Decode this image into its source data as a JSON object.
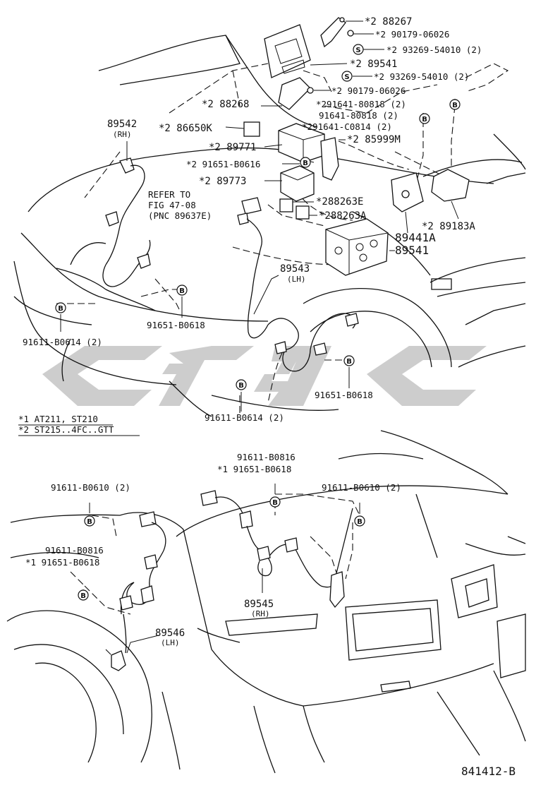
{
  "diagram_code": "841412-B",
  "watermark": "cfgc",
  "notes": {
    "note1": "*1 AT211, ST210",
    "note2": "*2 ST215..4FC..GTT"
  },
  "refer": {
    "line1": "REFER TO",
    "line2": "FIG 47-08",
    "line3": "(PNC 89637E)"
  },
  "labels": {
    "p88267": "*2 88267",
    "p90179a": "*2 90179-06026",
    "p93269a": "*2 93269-54010 (2)",
    "p89541a": "*2 89541",
    "p93269b": "*2 93269-54010 (2)",
    "p90179b": "*2 90179-06026",
    "p88268": "*2 88268",
    "p91641a": "*291641-80818 (2)",
    "p91641b": "91641-80818 (2)",
    "p91641c": "*291641-C0814 (2)",
    "p89542": "89542",
    "p89542sub": "(RH)",
    "p86650k": "*2 86650K",
    "p89771": "*2 89771",
    "p85999m": "*2 85999M",
    "p91651b0616": "*2 91651-B0616",
    "p89773": "*2 89773",
    "p88263e": "*288263E",
    "p88263a": "*288263A",
    "p89441a": "89441A",
    "p89541b": "89541",
    "p89183a": "*2 89183A",
    "p89543": "89543",
    "p89543sub": "(LH)",
    "p91651b0618a": "91651-B0618",
    "p91611b0614a": "91611-B0614 (2)",
    "p91651b0618b": "91651-B0618",
    "p91611b0614b": "91611-B0614 (2)",
    "p91611b0816a": "91611-B0816",
    "p91651b0618c": "*1 91651-B0618",
    "p91611b0610a": "91611-B0610 (2)",
    "p91611b0610b": "91611-B0610 (2)",
    "p91611b0816b": "91611-B0816",
    "p91651b0618d": "*1 91651-B0618",
    "p89545": "89545",
    "p89545sub": "(RH)",
    "p89546": "89546",
    "p89546sub": "(LH)"
  },
  "icons": {
    "bolt_b": "B",
    "screw_s": "S"
  }
}
